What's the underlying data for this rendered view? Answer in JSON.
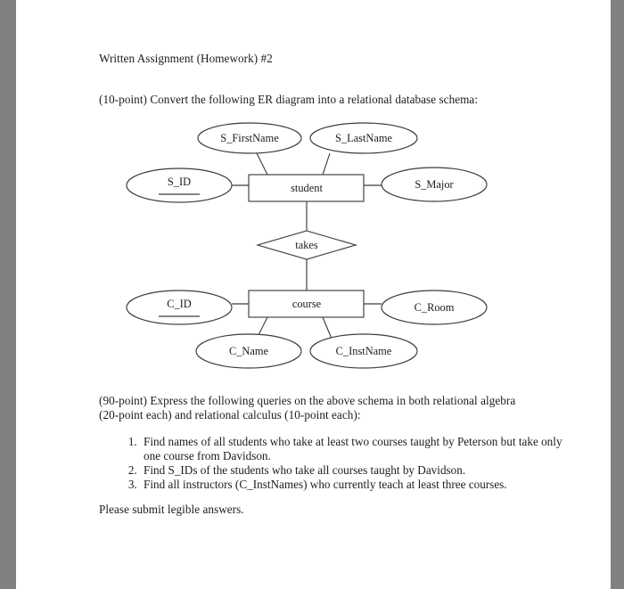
{
  "document": {
    "title_line": "Written Assignment (Homework) #2",
    "prompt_1": "(10-point) Convert the following ER diagram into a relational database schema:",
    "prompt_2": "(90-point) Express the following queries on the above schema in both relational algebra (20-point each) and relational calculus (10-point each):",
    "queries": [
      "Find names of all students who take at least two courses taught by Peterson but take only one course from Davidson.",
      "Find S_IDs of the students who take all courses taught by Davidson.",
      "Find all instructors (C_InstNames) who currently teach at least three courses."
    ],
    "closing_line": "Please submit legible answers."
  },
  "er_diagram": {
    "entities": [
      {
        "id": "student",
        "label": "student"
      },
      {
        "id": "course",
        "label": "course"
      }
    ],
    "relationships": [
      {
        "id": "takes",
        "label": "takes",
        "between": [
          "student",
          "course"
        ]
      }
    ],
    "attributes": [
      {
        "id": "s-firstname",
        "label": "S_FirstName",
        "entity": "student",
        "key": false
      },
      {
        "id": "s-lastname",
        "label": "S_LastName",
        "entity": "student",
        "key": false
      },
      {
        "id": "s-id",
        "label": "S_ID",
        "entity": "student",
        "key": true
      },
      {
        "id": "s-major",
        "label": "S_Major",
        "entity": "student",
        "key": false
      },
      {
        "id": "c-id",
        "label": "C_ID",
        "entity": "course",
        "key": true
      },
      {
        "id": "c-room",
        "label": "C_Room",
        "entity": "course",
        "key": false
      },
      {
        "id": "c-name",
        "label": "C_Name",
        "entity": "course",
        "key": false
      },
      {
        "id": "c-instname",
        "label": "C_InstName",
        "entity": "course",
        "key": false
      }
    ]
  },
  "colors": {
    "page_background": "#ffffff",
    "edge_band": "#808080",
    "text": "#1c1c1c",
    "diagram_stroke": "#3c3c3c"
  }
}
